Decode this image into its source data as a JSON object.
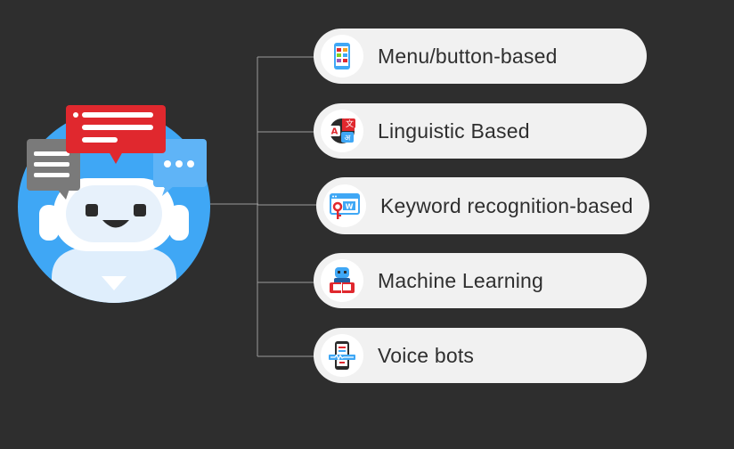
{
  "colors": {
    "background": "#2e2e2e",
    "pill": "#f1f1f1",
    "connector": "#9a9a9a",
    "robot_circle": "#3fa7f5",
    "bubble_red": "#e0282e",
    "bubble_gray": "#7a7a7a",
    "bubble_blue": "#5fb4f7"
  },
  "categories": [
    {
      "label": "Menu/button-based",
      "icon": "mobile-menu-icon"
    },
    {
      "label": "Linguistic Based",
      "icon": "translate-icon"
    },
    {
      "label": "Keyword recognition-based",
      "icon": "keyword-key-icon"
    },
    {
      "label": "Machine Learning",
      "icon": "robot-learning-icon"
    },
    {
      "label": "Voice bots",
      "icon": "voice-phone-icon"
    }
  ]
}
